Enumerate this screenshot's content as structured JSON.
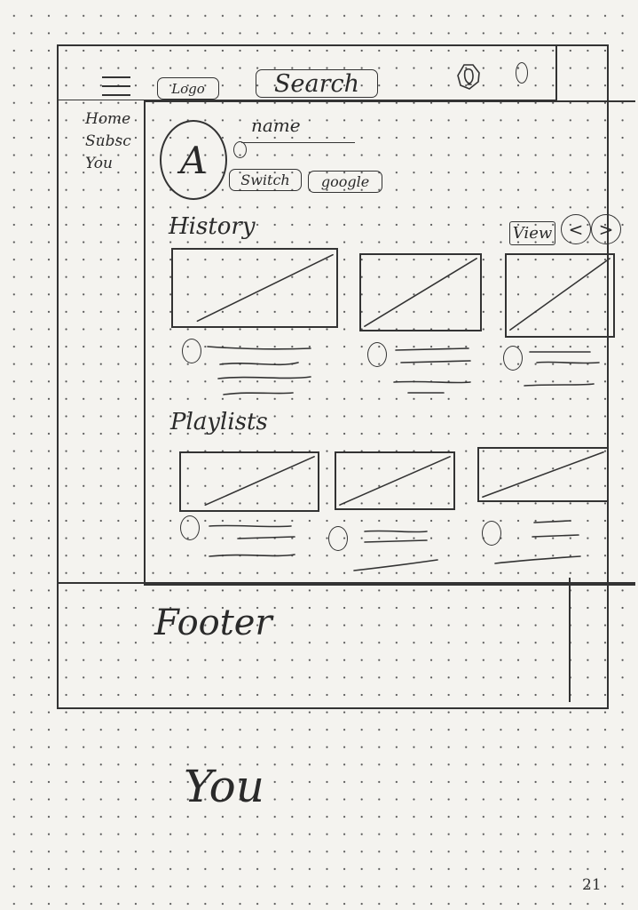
{
  "header": {
    "logo_label": "Logo",
    "search_label": "Search"
  },
  "sidebar": {
    "items": [
      {
        "label": "Home"
      },
      {
        "label": "Subsc"
      },
      {
        "label": "You"
      }
    ]
  },
  "profile": {
    "avatar_letter": "A",
    "name_label": "name",
    "switch_label": "Switch",
    "google_label": "google"
  },
  "history": {
    "title": "History",
    "view_all_label": "View",
    "prev_symbol": "<",
    "next_symbol": ">"
  },
  "playlists": {
    "title": "Playlists"
  },
  "footer": {
    "label": "Footer"
  },
  "page_caption": "You",
  "page_number": "21"
}
